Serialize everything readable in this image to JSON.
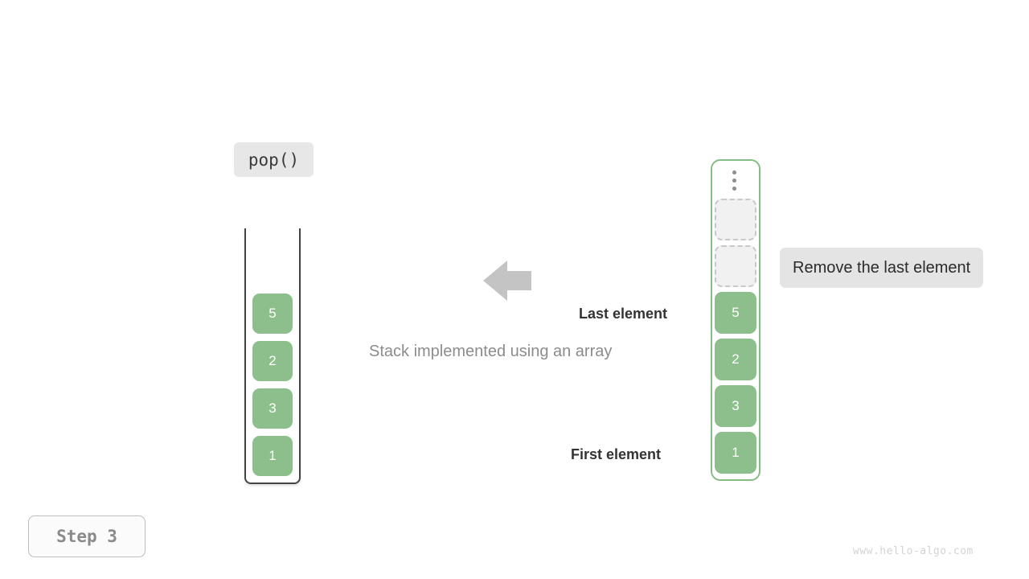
{
  "figure": {
    "caption": "Stack implemented using an array",
    "operation_label": "pop()",
    "step_label": "Step 3",
    "watermark": "www.hello-algo.com",
    "note": "Remove the last element",
    "accent_green": "#8dbf8d",
    "container_border": "#86bd86",
    "arrow_color": "#c4c4c4",
    "arrow_direction": "left"
  },
  "stack": {
    "name": "stack-container",
    "values": [
      "5",
      "2",
      "3",
      "1"
    ]
  },
  "array": {
    "name": "array-container",
    "ellipsis_icon": "vertical-ellipsis-icon",
    "slots": [
      {
        "value": "",
        "state": "empty"
      },
      {
        "value": "",
        "state": "empty"
      },
      {
        "value": "5",
        "state": "filled"
      },
      {
        "value": "2",
        "state": "filled"
      },
      {
        "value": "3",
        "state": "filled"
      },
      {
        "value": "1",
        "state": "filled"
      }
    ]
  },
  "annotations": {
    "last_element": "Last element",
    "first_element": "First element"
  }
}
